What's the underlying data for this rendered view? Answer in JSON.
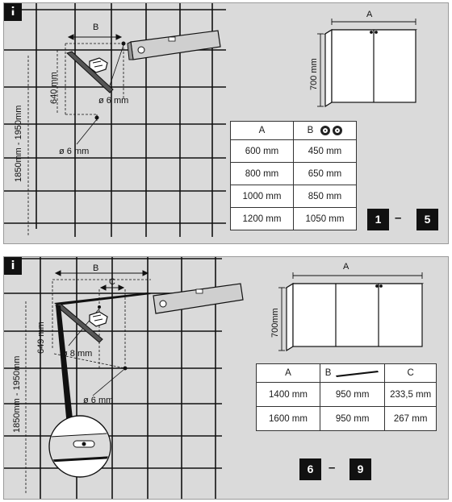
{
  "panel1": {
    "info": "i",
    "labels": {
      "B": "B",
      "A_top": "A",
      "height_range": "1850mm - 1950mm",
      "dim_640": "640 mm",
      "drill_6a": "ø 6 mm",
      "drill_6b": "ø 6 mm",
      "cab_height": "700 mm"
    },
    "table": {
      "header": [
        "A",
        "B"
      ],
      "rows": [
        [
          "600 mm",
          "450 mm"
        ],
        [
          "800 mm",
          "650 mm"
        ],
        [
          "1000 mm",
          "850 mm"
        ],
        [
          "1200 mm",
          "1050 mm"
        ]
      ]
    },
    "steps": {
      "from": "1",
      "sep": "–",
      "to": "5"
    }
  },
  "panel2": {
    "info": "i",
    "labels": {
      "B": "B",
      "C": "C",
      "A_top": "A",
      "height_range": "1850mm - 1950mm",
      "dim_649": "649 mm",
      "drill_8": "ø 8 mm",
      "drill_6": "ø 6 mm",
      "cab_height": "700mm"
    },
    "table": {
      "header": [
        "A",
        "B",
        "C"
      ],
      "rows": [
        [
          "1400 mm",
          "950 mm",
          "233,5 mm"
        ],
        [
          "1600 mm",
          "950 mm",
          "267 mm"
        ]
      ]
    },
    "steps": {
      "from": "6",
      "sep": "–",
      "to": "9"
    }
  }
}
